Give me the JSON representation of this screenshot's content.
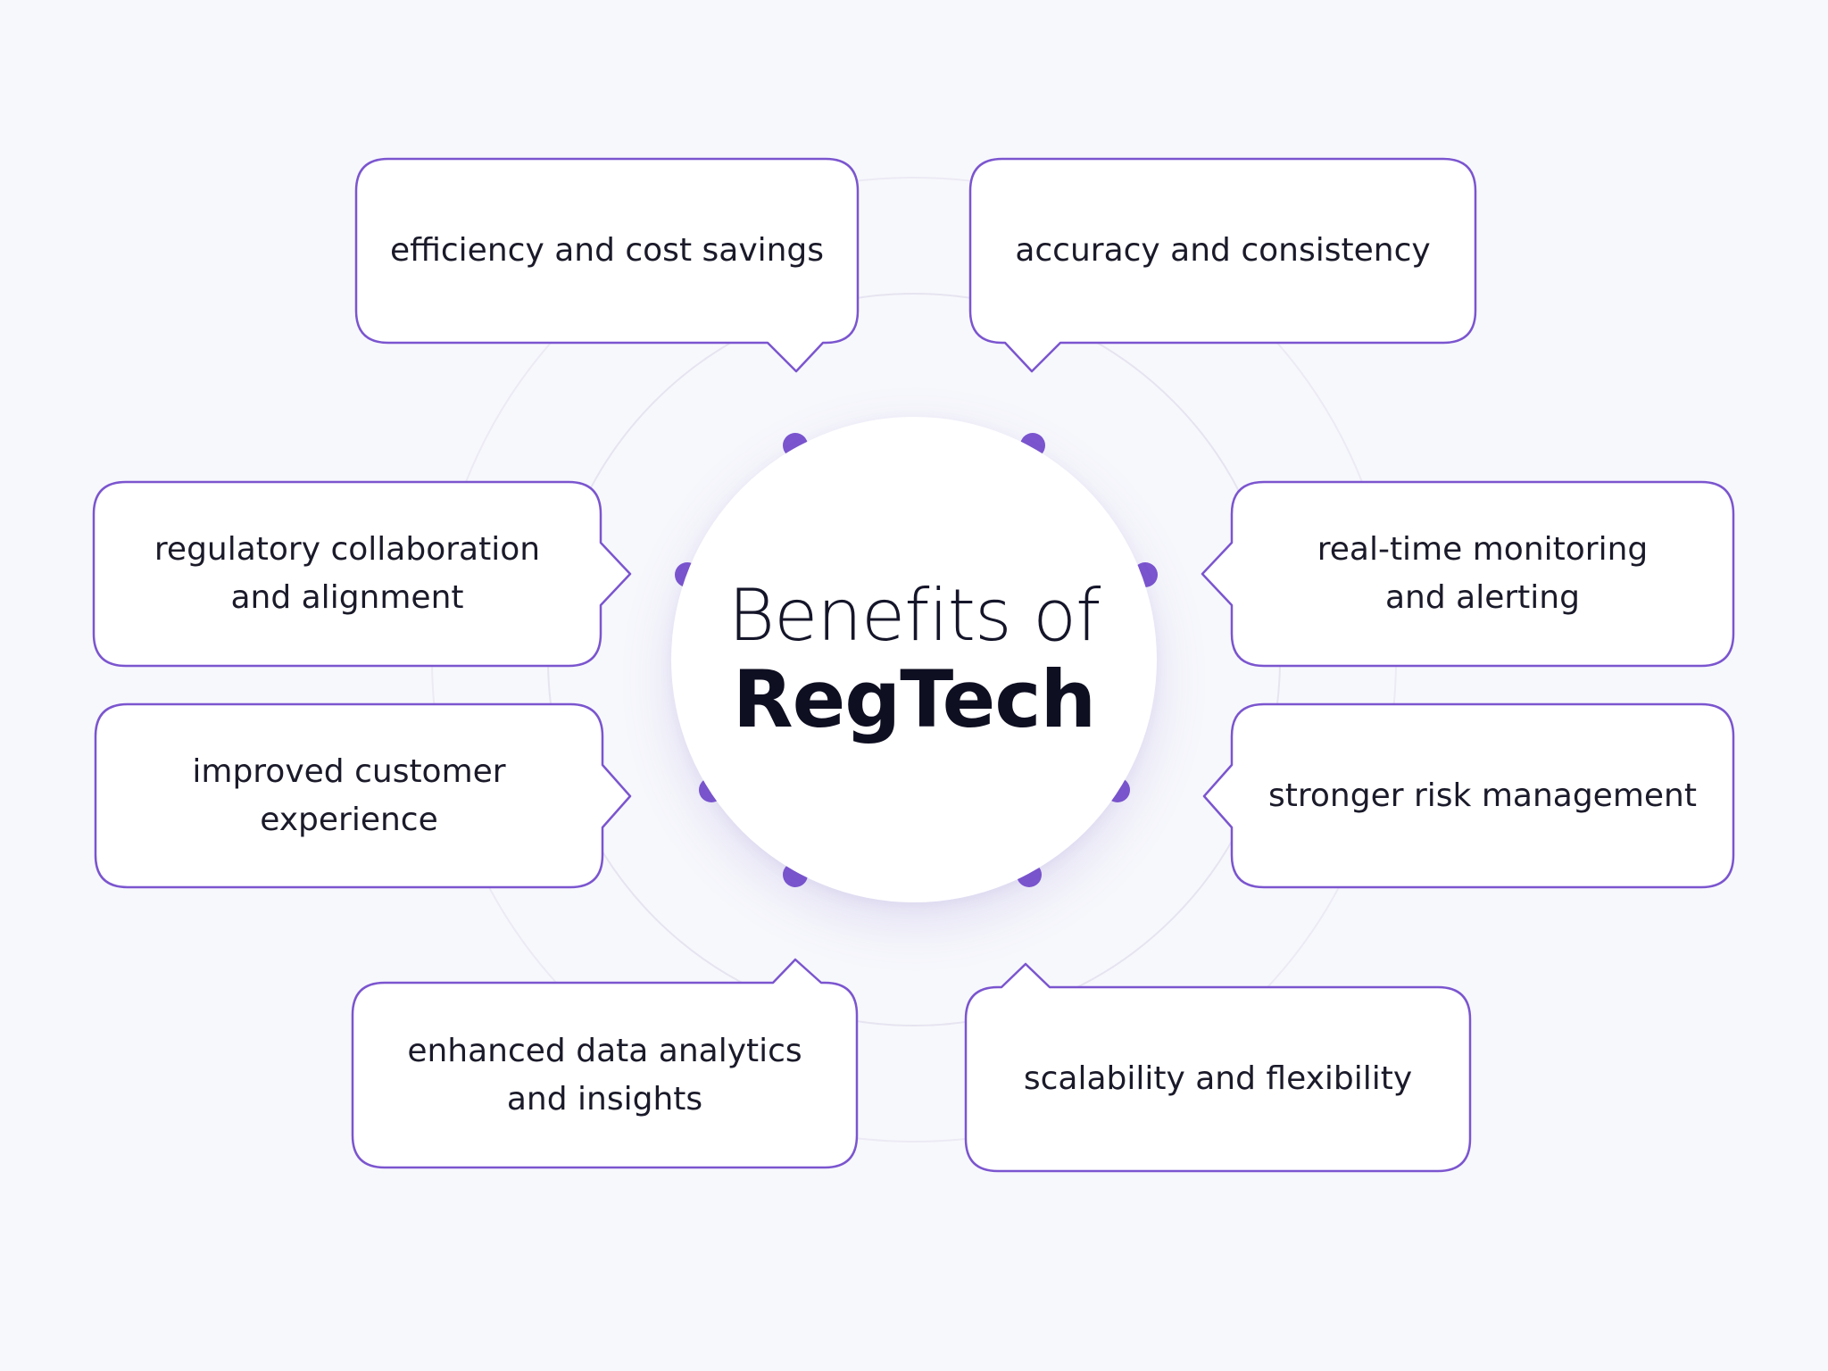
{
  "colors": {
    "accent": "#7b55cf",
    "card_fill": "#ffffff",
    "background": "#f7f8fc",
    "text": "#1a1a2a"
  },
  "center": {
    "line1": "Benefits of",
    "line2": "RegTech"
  },
  "benefits": {
    "efficiency": "efficiency and cost savings",
    "accuracy": "accuracy and consistency",
    "collaboration": "regulatory collaboration\nand alignment",
    "monitoring": "real-time monitoring\nand alerting",
    "customer": "improved customer\nexperience",
    "risk": "stronger risk management",
    "analytics": "enhanced data analytics\nand insights",
    "scalability": "scalability and flexibility"
  }
}
